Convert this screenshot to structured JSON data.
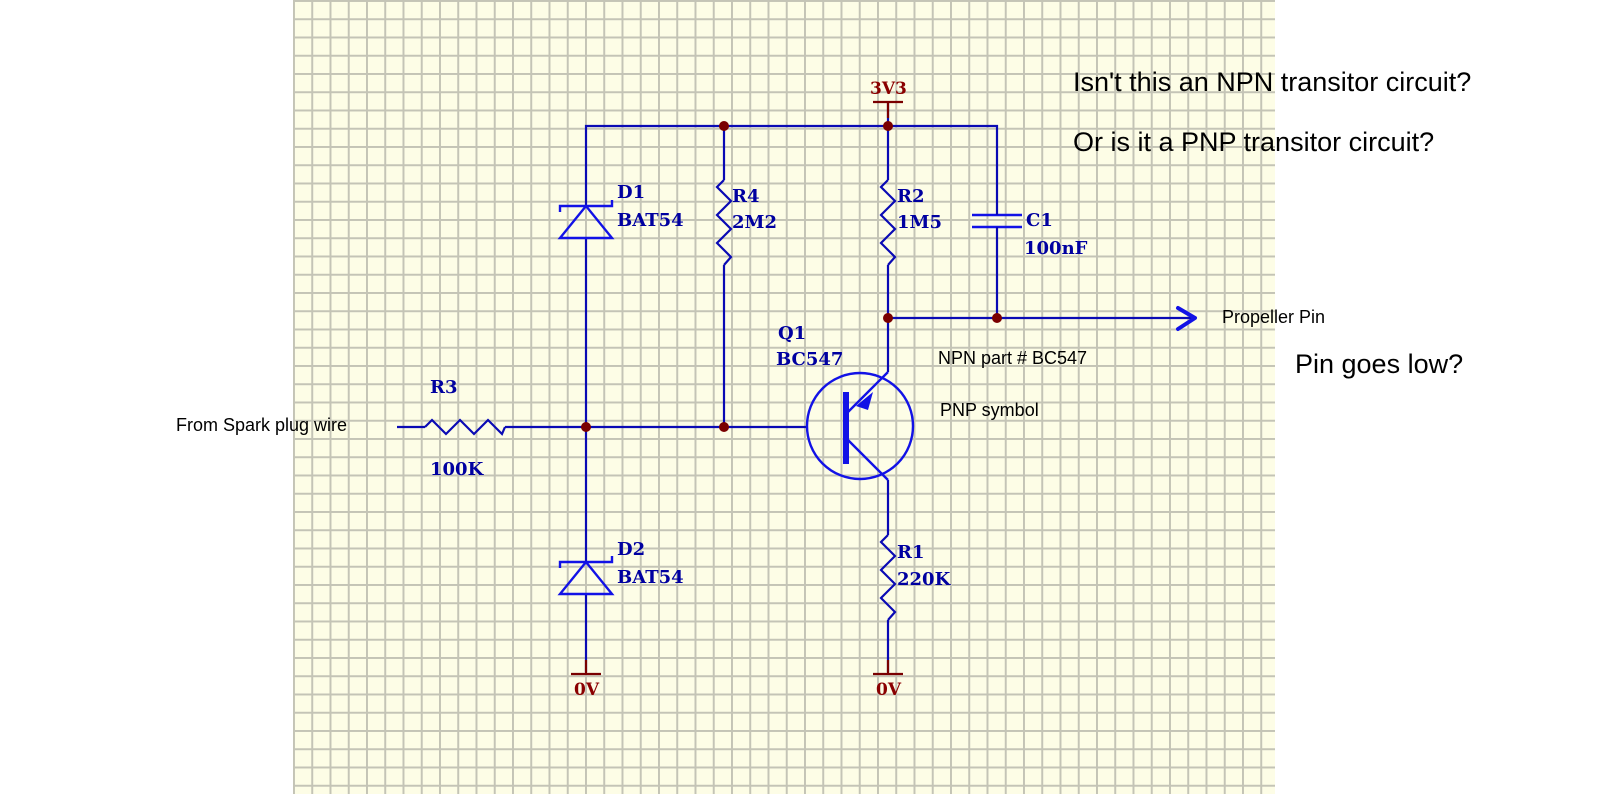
{
  "power_labels": {
    "supply": "3V3",
    "ground_left": "0V",
    "ground_right": "0V"
  },
  "components": {
    "d1": {
      "ref": "D1",
      "value": "BAT54"
    },
    "d2": {
      "ref": "D2",
      "value": "BAT54"
    },
    "r1": {
      "ref": "R1",
      "value": "220K"
    },
    "r2": {
      "ref": "R2",
      "value": "1M5"
    },
    "r3": {
      "ref": "R3",
      "value": "100K"
    },
    "r4": {
      "ref": "R4",
      "value": "2M2"
    },
    "c1": {
      "ref": "C1",
      "value": "100nF"
    },
    "q1": {
      "ref": "Q1",
      "value": "BC547"
    }
  },
  "annotations": {
    "input": "From Spark plug wire",
    "output": "Propeller Pin",
    "npn_part": "NPN part # BC547",
    "pnp_symbol": "PNP symbol",
    "question_1": "Isn't this an NPN transitor circuit?",
    "question_2": "Or is it a PNP transitor circuit?",
    "pin_low": "Pin goes low?"
  },
  "colors": {
    "wire": "#0a0ab4",
    "symbol": "#1212e6",
    "power": "#7a0000",
    "grid_bg": "#fdfde6",
    "grid_line": "#c4c4b6"
  }
}
